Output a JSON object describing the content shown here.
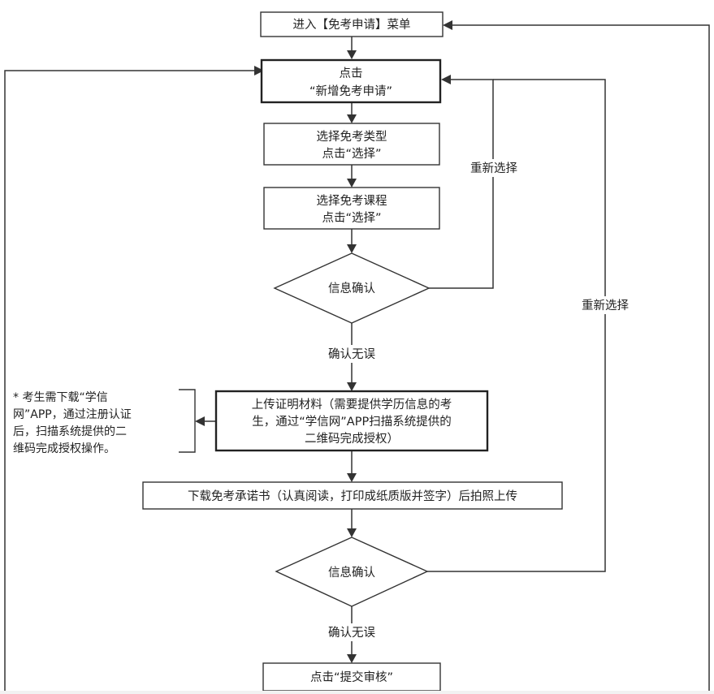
{
  "nodes": {
    "enter_menu": "进入【免考申请】菜单",
    "click_new": [
      "点击",
      "“新增免考申请”"
    ],
    "select_type": [
      "选择免考类型",
      "点击“选择”"
    ],
    "select_course": [
      "选择免考课程",
      "点击“选择”"
    ],
    "confirm_1": "信息确认",
    "upload_proof": [
      "上传证明材料（需要提供学历信息的考",
      "生，通过“学信网”APP扫描系统提供的",
      "二维码完成授权）"
    ],
    "download_commitment": "下载免考承诺书（认真阅读，打印成纸质版并签字）后拍照上传",
    "confirm_2": "信息确认",
    "submit_review": "点击“提交审核”"
  },
  "edge_labels": {
    "reselect_1": "重新选择",
    "reselect_2": "重新选择",
    "confirmed_1": "确认无误",
    "confirmed_2": "确认无误"
  },
  "note": [
    "* 考生需下载“学信",
    "网”APP，通过注册认证",
    "后，扫描系统提供的二",
    "维码完成授权操作。"
  ]
}
